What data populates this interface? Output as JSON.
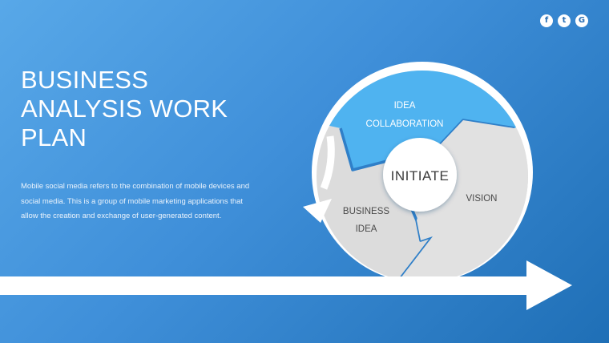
{
  "social": [
    {
      "name": "facebook-icon",
      "glyph": "f"
    },
    {
      "name": "twitter-icon",
      "glyph": "t"
    },
    {
      "name": "google-icon",
      "glyph": "G"
    }
  ],
  "title": {
    "line1": "BUSINESS",
    "line2": "ANALYSIS WORK",
    "line3": "PLAN"
  },
  "description": "Mobile social media refers to the combination of mobile devices and social media. This is a group of mobile marketing applications that allow the creation and exchange of user-generated content.",
  "cycle": {
    "center": "INITIATE",
    "segment_top": {
      "line1": "IDEA",
      "line2": "COLLABORATION"
    },
    "segment_right": {
      "line1": "VISION"
    },
    "segment_left": {
      "line1": "BUSINESS",
      "line2": "IDEA"
    }
  },
  "colors": {
    "background_start": "#58a8e8",
    "background_end": "#1f6fb6",
    "segment_highlight": "#4fb3f0",
    "segment_gray": "#dcdcdc",
    "text_dark": "#4a4a4a"
  }
}
